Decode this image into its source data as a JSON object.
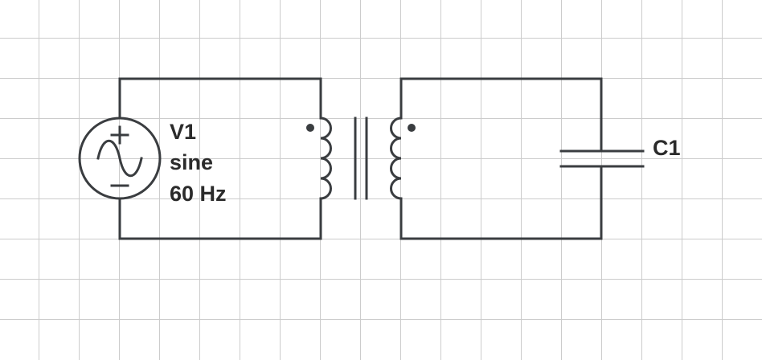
{
  "colors": {
    "background": "#ffffff",
    "grid": "#cccccc",
    "wire": "#3a3d40",
    "text": "#2b2b2b"
  },
  "source": {
    "name": "V1",
    "type": "sine",
    "frequency": "60 Hz",
    "icon": "ac-voltage-source-icon"
  },
  "capacitor": {
    "name": "C1",
    "icon": "capacitor-icon"
  },
  "transformer": {
    "icon": "transformer-icon"
  }
}
